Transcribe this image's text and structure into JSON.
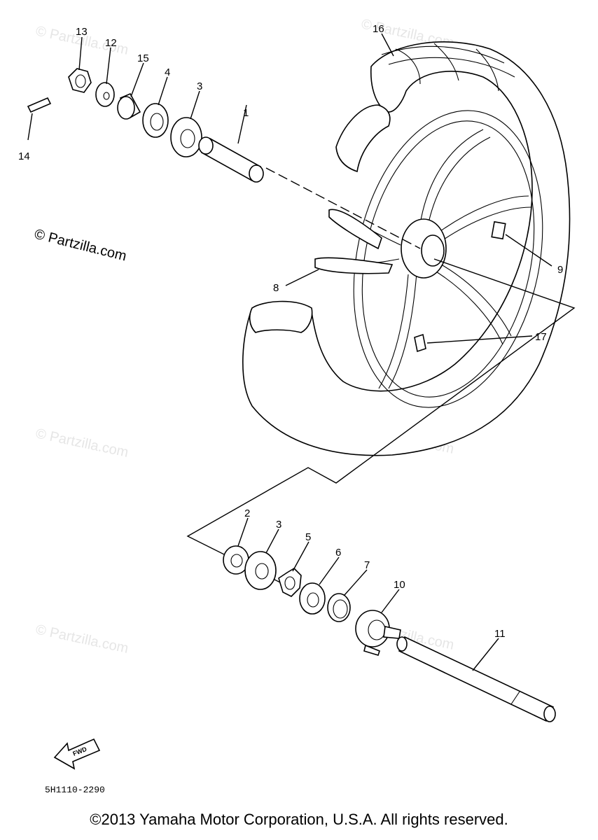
{
  "callouts": [
    "13",
    "12",
    "15",
    "4",
    "3",
    "1",
    "14",
    "16",
    "9",
    "8",
    "17",
    "2",
    "3",
    "5",
    "6",
    "7",
    "10",
    "11"
  ],
  "watermark": "© Partzilla.com",
  "front_arrow_label": "FWD",
  "diagram_code": "5H1110-2290",
  "copyright": "©2013 Yamaha Motor Corporation, U.S.A. All rights reserved."
}
